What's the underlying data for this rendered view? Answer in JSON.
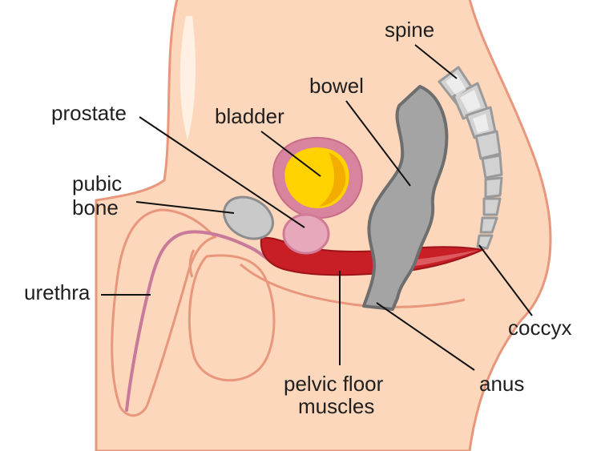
{
  "labels": {
    "spine": "spine",
    "bowel": "bowel",
    "prostate": "prostate",
    "bladder": "bladder",
    "pubic_bone_line1": "pubic",
    "pubic_bone_line2": "bone",
    "urethra": "urethra",
    "coccyx": "coccyx",
    "anus": "anus",
    "pelvic_floor_line1": "pelvic floor",
    "pelvic_floor_line2": "muscles"
  },
  "colors": {
    "skin": "#fcd7bb",
    "skin_outline": "#e8967c",
    "bladder_wall": "#d9849e",
    "bladder_fill": "#ffd200",
    "prostate": "#e8a8bb",
    "bone": "#c9c9c9",
    "bone_outline": "#8d8d8d",
    "vertebra": "#d2d2d2",
    "vertebra_outline": "#9a9a9a",
    "bowel": "#a4a4a4",
    "bowel_outline": "#6e6e6e",
    "muscle": "#c81e26",
    "muscle_dark": "#9e1419",
    "urethra_line": "#c97a9a",
    "leader_line": "#111111",
    "text": "#1f1f1f"
  }
}
